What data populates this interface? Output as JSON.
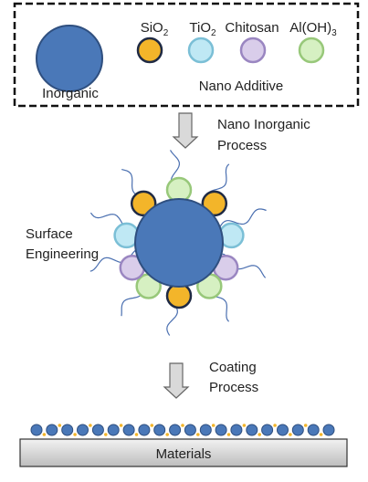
{
  "inorganic_label": "Inorganic",
  "additives": [
    {
      "name": "SiO",
      "sub": "2",
      "color": "#f3b52a",
      "stroke": "#1f2a44"
    },
    {
      "name": "TiO",
      "sub": "2",
      "color": "#bfe8f4",
      "stroke": "#7bbfd6"
    },
    {
      "name": "Chitosan",
      "sub": "",
      "color": "#d9cdea",
      "stroke": "#9a86c1"
    },
    {
      "name": "Al(OH)",
      "sub": "3",
      "color": "#d6f0c2",
      "stroke": "#98c87a"
    }
  ],
  "nano_additive_label": "Nano Additive",
  "step1_line1": "Nano Inorganic",
  "step1_line2": "Process",
  "surface_line1": "Surface",
  "surface_line2": "Engineering",
  "step2_line1": "Coating",
  "step2_line2": "Process",
  "materials_label": "Materials",
  "colors": {
    "core": "#4a78b8",
    "core_stroke": "#2f4f7f",
    "chain": "#4a6fb0",
    "arrow_fill": "#d9d9d9",
    "arrow_stroke": "#666666",
    "substrate_top": "#f2f2f2",
    "substrate_bottom": "#bdbdbd"
  }
}
